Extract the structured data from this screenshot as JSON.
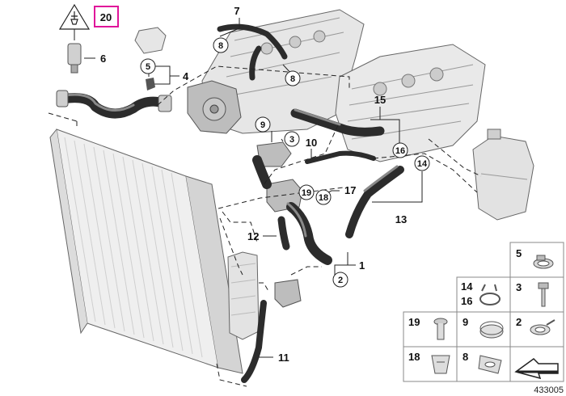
{
  "diagram": {
    "reference_number": "433005",
    "callouts": {
      "c20": "20",
      "c6": "6",
      "c5": "5",
      "c4": "4",
      "c7": "7",
      "c8a": "8",
      "c8b": "8",
      "c9": "9",
      "c3": "3",
      "c10": "10",
      "c15": "15",
      "c16": "16",
      "c14": "14",
      "c13": "13",
      "c17": "17",
      "c19": "19",
      "c18": "18",
      "c12": "12",
      "c1": "1",
      "c2": "2",
      "c11": "11"
    },
    "legend": [
      {
        "label": "5"
      },
      {
        "label": "14\n16"
      },
      {
        "label": "3"
      },
      {
        "label": "19"
      },
      {
        "label": "9"
      },
      {
        "label": "2"
      },
      {
        "label": "18"
      },
      {
        "label": "8"
      }
    ]
  },
  "colors": {
    "highlight_box": "#e0149a",
    "hose": "#2c2c2c",
    "part_fill": "#d9d9d9"
  }
}
